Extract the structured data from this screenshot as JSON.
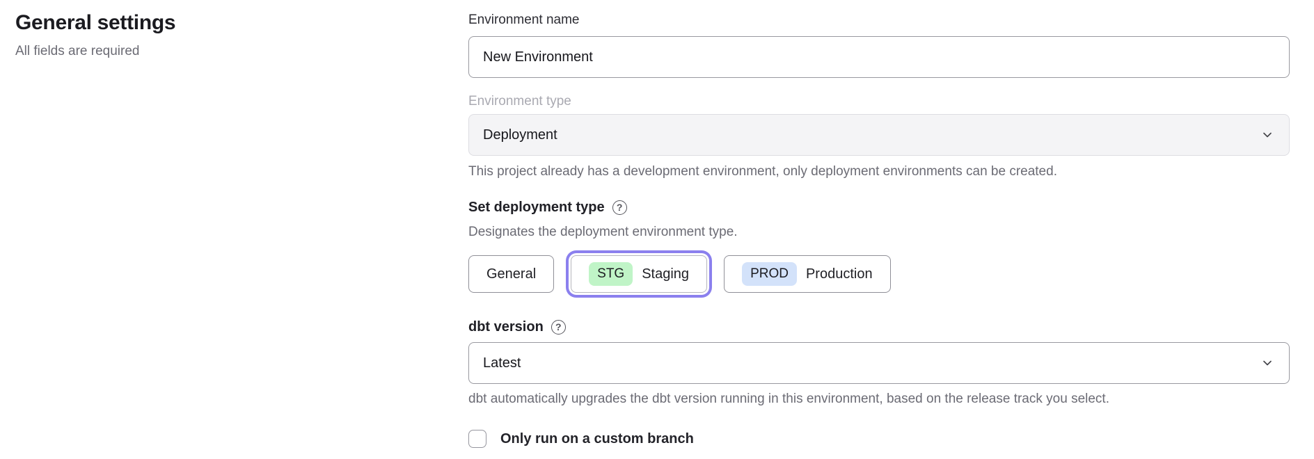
{
  "page": {
    "title": "General settings",
    "subtitle": "All fields are required"
  },
  "form": {
    "environment_name": {
      "label": "Environment name",
      "value": "New Environment"
    },
    "environment_type": {
      "label": "Environment type",
      "value": "Deployment",
      "disabled": true,
      "helper": "This project already has a development environment, only deployment environments can be created."
    },
    "deployment_type": {
      "label": "Set deployment type",
      "helper": "Designates the deployment environment type.",
      "options": [
        {
          "id": "general",
          "label": "General",
          "badge": "",
          "selected": false
        },
        {
          "id": "staging",
          "label": "Staging",
          "badge": "STG",
          "selected": true
        },
        {
          "id": "production",
          "label": "Production",
          "badge": "PROD",
          "selected": false
        }
      ]
    },
    "dbt_version": {
      "label": "dbt version",
      "value": "Latest",
      "helper": "dbt automatically upgrades the dbt version running in this environment, based on the release track you select."
    },
    "custom_branch": {
      "label": "Only run on a custom branch",
      "checked": false
    }
  },
  "icons": {
    "help_glyph": "?",
    "help_name": "question-circle-icon",
    "chevron_name": "chevron-down-icon"
  },
  "colors": {
    "accent_purple": "#8b80ee",
    "badge_green": "#c0f4c7",
    "badge_blue": "#d3e2fa",
    "disabled_bg": "#f4f4f6",
    "helper_text": "#6b6b74"
  }
}
